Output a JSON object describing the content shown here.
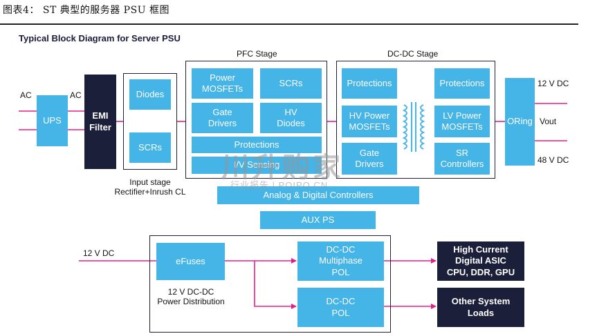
{
  "caption": "图表4： ST 典型的服务器 PSU 框图",
  "heading": "Typical Block Diagram for Server PSU",
  "labels": {
    "ac_in": "AC",
    "ac_mid": "AC",
    "pfc_stage": "PFC Stage",
    "dcdc_stage": "DC-DC Stage",
    "input_stage_line1": "Input stage",
    "input_stage_line2": "Rectifier+Inrush CL",
    "out_12v": "12 V DC",
    "vout": "Vout",
    "out_48v": "48 V DC",
    "in_12v": "12 V DC",
    "power_dist_line1": "12 V DC-DC",
    "power_dist_line2": "Power Distribution"
  },
  "blocks": {
    "ups": "UPS",
    "emi_filter": "EMI\nFilter",
    "diodes": "Diodes",
    "scrs_input": "SCRs",
    "power_mosfets": "Power\nMOSFETs",
    "scrs_pfc": "SCRs",
    "gate_drivers_pfc": "Gate\nDrivers",
    "hv_diodes": "HV\nDiodes",
    "protections_pfc": "Protections",
    "iv_sensing": "I/V Sensing",
    "protections_dc_left": "Protections",
    "protections_dc_right": "Protections",
    "hv_power_mosfets": "HV Power\nMOSFETs",
    "lv_power_mosfets": "LV Power\nMOSFETs",
    "gate_drivers_dc": "Gate\nDrivers",
    "sr_controllers": "SR\nControllers",
    "oring": "ORing",
    "analog_digital": "Analog & Digital  Controllers",
    "aux_ps": "AUX PS",
    "efuses": "eFuses",
    "dcdc_multiphase": "DC-DC\nMultiphase\nPOL",
    "dcdc_pol": "DC-DC\nPOL",
    "high_current": "High Current\nDigital ASIC\nCPU, DDR, GPU",
    "other_loads": "Other System\nLoads"
  },
  "watermark": {
    "main": "川升购家",
    "sub": "行业报告 | POIPO.CN"
  },
  "colors": {
    "block_blue": "#45b4e6",
    "block_navy": "#1b1f3a",
    "wire_magenta": "#e0218a",
    "frame_navy": "#1b1f3a"
  }
}
